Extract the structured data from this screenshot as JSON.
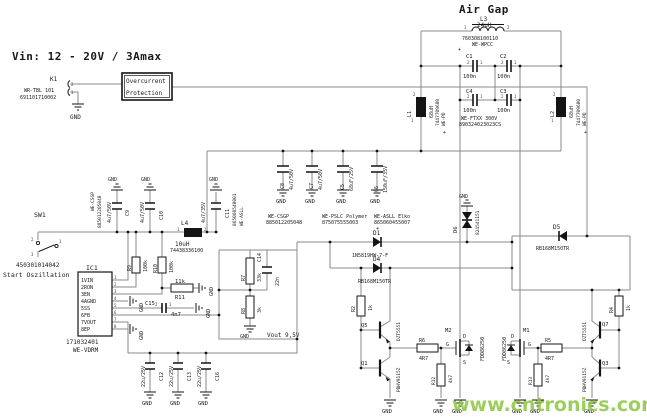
{
  "sym": {
    "gnd": "GND",
    "plus": "+",
    "p1": "1",
    "p2": "2",
    "p3": "3"
  },
  "colors": {
    "wire": "#8a8a8a",
    "ink": "#1a1a1a",
    "watermark_green": "#8dc63f"
  },
  "header": {
    "vin_spec": "Vin: 12 - 20V / 3Amax"
  },
  "watermark": {
    "text": "www.cntronics.com"
  },
  "k1": {
    "ref": "K1",
    "series": "WR-TBL 101",
    "part": "691101710002"
  },
  "ocp": {
    "line1": "Overcurrent",
    "line2": "Protection"
  },
  "air_gap": {
    "title": "Air Gap",
    "ref": "L3",
    "value": "24uH",
    "part": "760308100110",
    "series": "WE-WPCC"
  },
  "tank": {
    "c1": "C1",
    "c2": "C2",
    "c3": "C3",
    "c4": "C4",
    "cap_value": "100n",
    "series": "WE-FTXX 300V",
    "part": "890324023023CS"
  },
  "l1": {
    "ref": "L1",
    "value": "68uH",
    "part": "7447709680",
    "series": "WE-PD"
  },
  "l2": {
    "ref": "L2",
    "value": "68uH",
    "part": "7447709680",
    "series": "WE-PD"
  },
  "d6": {
    "ref": "D6",
    "part": "824541151"
  },
  "d5": {
    "ref": "D5",
    "part": "RB168M150TR"
  },
  "d1": {
    "ref": "D1",
    "part": "1N5819HW-7-F"
  },
  "d4": {
    "ref": "D4",
    "part": "RB168M150TR"
  },
  "bulk": {
    "c8": {
      "ref": "C8",
      "value": "4u7/50V"
    },
    "c7": {
      "ref": "C7",
      "value": "4u7/50V"
    },
    "c5": {
      "ref": "C5",
      "value": "68uF/25V"
    },
    "c6": {
      "ref": "C6",
      "value": "150uF/35V"
    },
    "g1_series": "WE-CSGP",
    "g1_part": "885012205048",
    "g2_series": "WE-PSLC Polymer",
    "g2_part": "875075555003",
    "g3_series": "WE-ASLL Elko",
    "g3_part": "865060455007"
  },
  "c11": {
    "ref": "C11",
    "value": "4u7/35V",
    "part": "865060540001",
    "series": "WE-ASLL"
  },
  "l4": {
    "ref": "L4",
    "value": "10uH",
    "part": "74438336100"
  },
  "sw1": {
    "ref": "SW1",
    "part": "450301014042",
    "caption": "Start Oszillation"
  },
  "input_caps": {
    "series": "WE-CSGP",
    "part": "885012205048",
    "c9": {
      "ref": "C9",
      "value": "4u7/50V"
    },
    "c10": {
      "ref": "C10",
      "value": "4u7/50V"
    }
  },
  "r9": {
    "ref": "R9",
    "value": "100k"
  },
  "r10": {
    "ref": "R10",
    "value": "100k"
  },
  "r11": {
    "ref": "R11",
    "value": "11k"
  },
  "ic1": {
    "ref": "IC1",
    "part": "171032401",
    "series": "WE-VDRM",
    "pins": [
      "1VIN",
      "2RON",
      "3EN",
      "4AGND",
      "5SS",
      "6FB",
      "7VOUT",
      "8EP"
    ],
    "nums": [
      "1",
      "2",
      "3",
      "4",
      "5",
      "6",
      "7",
      "8"
    ]
  },
  "c15": {
    "ref": "C15",
    "value": "4n7"
  },
  "out_caps": {
    "value": "22u/25V",
    "c12": "C12",
    "c13": "C13",
    "c16": "C16"
  },
  "fb": {
    "r7": {
      "ref": "R7",
      "value": "33k"
    },
    "r8": {
      "ref": "R8",
      "value": "3k"
    },
    "c14": {
      "ref": "C14",
      "value": "22n"
    },
    "vout": "Vout 9,5V"
  },
  "left_driver": {
    "r2": {
      "ref": "R2",
      "value": "1k"
    },
    "q5": {
      "ref": "Q5",
      "part": "DZT5551"
    },
    "q1": {
      "ref": "Q1",
      "part": "PBHV9115Z"
    },
    "r6": {
      "ref": "R6",
      "value": "4R7"
    },
    "r12": {
      "ref": "R12",
      "value": "4k7"
    },
    "m2": {
      "ref": "M2",
      "part": "FDD86250",
      "d": "D",
      "g": "G",
      "s": "S"
    }
  },
  "right_driver": {
    "r4": {
      "ref": "R4",
      "value": "1k"
    },
    "q7": {
      "ref": "Q7",
      "part": "DZT5551"
    },
    "q3": {
      "ref": "Q3",
      "part": "PBHV9115Z"
    },
    "r5": {
      "ref": "R5",
      "value": "4R7"
    },
    "r13": {
      "ref": "R13",
      "value": "4k7"
    },
    "m1": {
      "ref": "M1",
      "part": "FDD86250",
      "d": "D",
      "g": "G",
      "s": "S"
    }
  }
}
